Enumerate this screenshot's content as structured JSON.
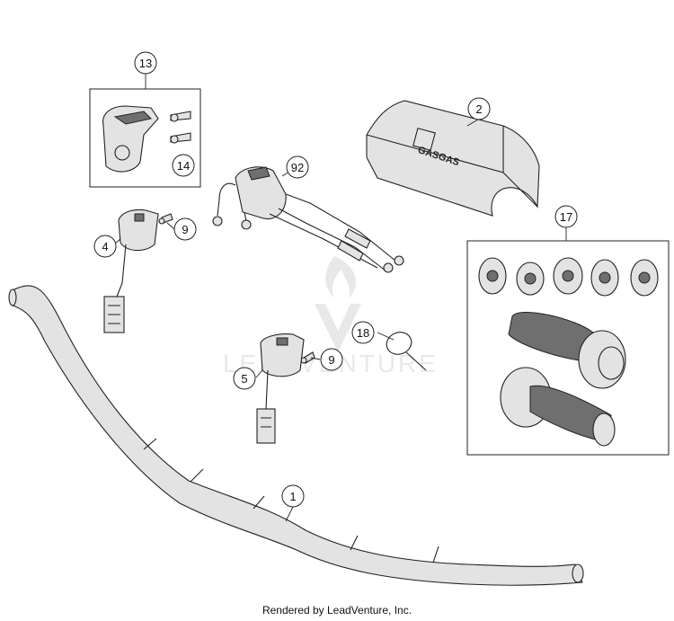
{
  "callouts": {
    "c1": "1",
    "c2": "2",
    "c4": "4",
    "c5": "5",
    "c9a": "9",
    "c9b": "9",
    "c13": "13",
    "c14": "14",
    "c17": "17",
    "c18": "18",
    "c92": "92"
  },
  "part_labels": {
    "pad_brand": "GASGAS"
  },
  "watermark": {
    "text": "LEADVENTURE",
    "icon": "flame-v-logo"
  },
  "footer": {
    "text": "Rendered by LeadVenture, Inc."
  },
  "colors": {
    "line": "#222222",
    "part_fill": "#e3e3e3",
    "watermark": "#d8d8d8"
  }
}
